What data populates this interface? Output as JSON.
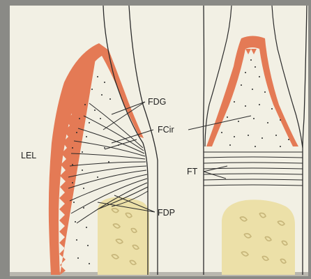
{
  "labels": {
    "lel": "LEL",
    "fdg": "FDG",
    "fcir": "FCir",
    "ft": "FT",
    "fdp": "FDP"
  },
  "colors": {
    "paper": "#f2f0e4",
    "frame": "#8a8a86",
    "epithelium": "#e47a55",
    "bone": "#ece0a8",
    "line": "#2a2a2a"
  }
}
